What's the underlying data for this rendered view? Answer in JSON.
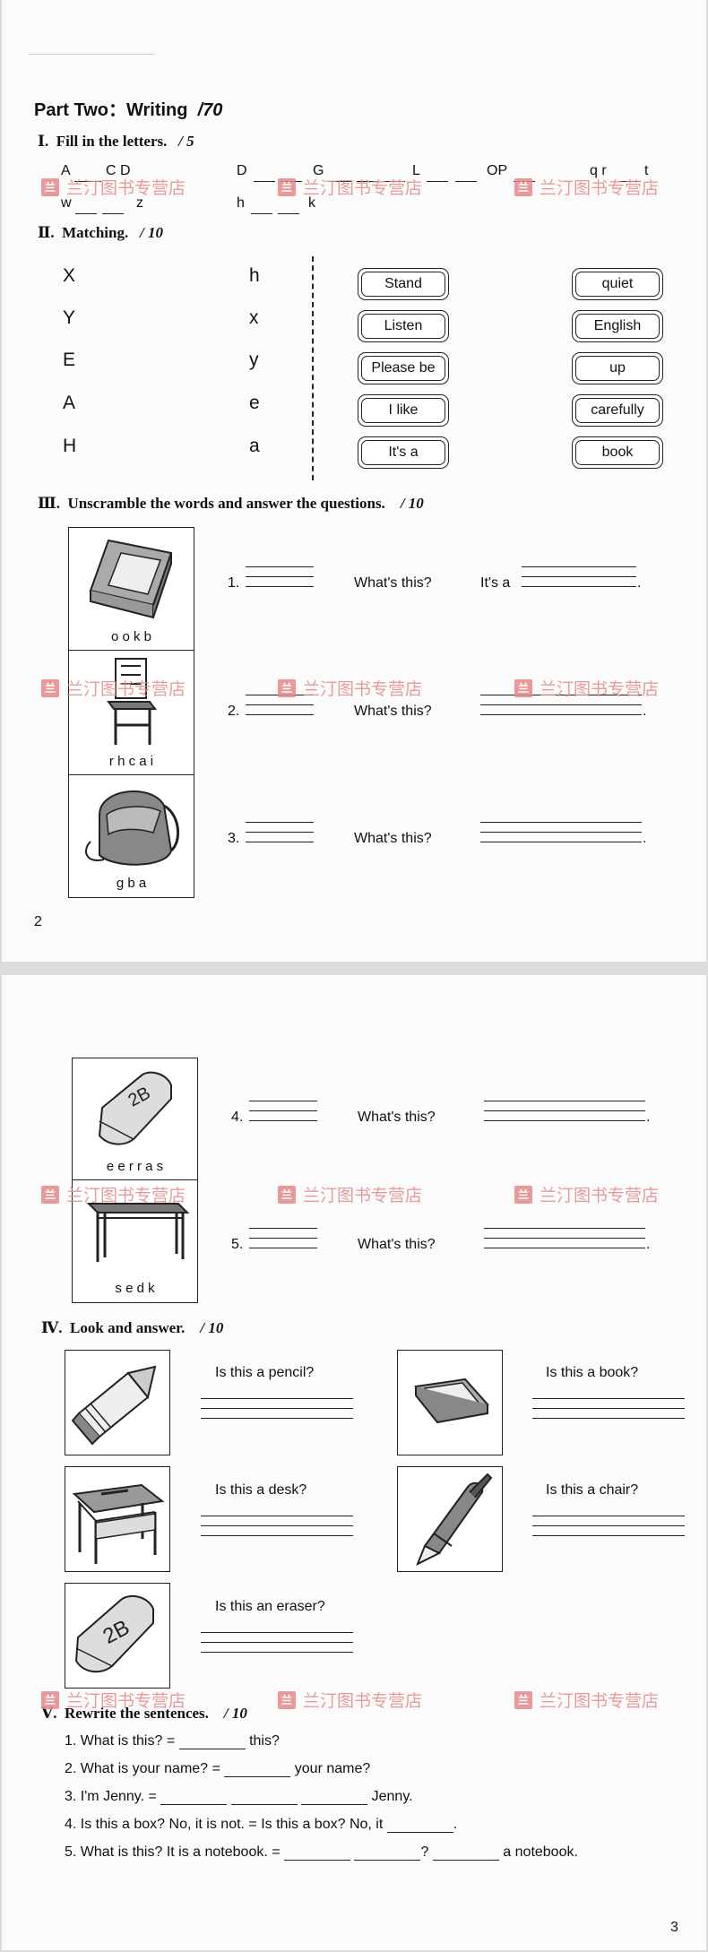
{
  "part_title": "Part Two：Writing",
  "part_score": "/70",
  "page1_number": "2",
  "page2_number": "3",
  "watermark": "兰汀图书专营店",
  "watermark_logo": "兰",
  "s1": {
    "num": "Ⅰ.",
    "title": "Fill in the letters.",
    "score": "/ 5",
    "row1": [
      "A",
      "C D",
      "D",
      "G",
      "L",
      "OP",
      "q r",
      "t"
    ],
    "row2": [
      "w",
      "z",
      "h",
      "k"
    ]
  },
  "s2": {
    "num": "Ⅱ.",
    "title": "Matching.",
    "score": "/ 10",
    "col1": [
      "X",
      "Y",
      "E",
      "A",
      "H"
    ],
    "col2": [
      "h",
      "x",
      "y",
      "e",
      "a"
    ],
    "col3": [
      "Stand",
      "Listen",
      "Please be",
      "I like",
      "It's a"
    ],
    "col4": [
      "quiet",
      "English",
      "up",
      "carefully",
      "book"
    ]
  },
  "s3": {
    "num": "Ⅲ.",
    "title": "Unscramble the words and answer the questions.",
    "score": "/ 10",
    "items": [
      {
        "letters": "o o k b",
        "num": "1.",
        "q": "What's this?",
        "a": "It's a",
        "end": "."
      },
      {
        "letters": "r h c a i",
        "num": "2.",
        "q": "What's this?",
        "end": "."
      },
      {
        "letters": "g b a",
        "num": "3.",
        "q": "What's this?",
        "end": "."
      },
      {
        "letters": "e e r r a s",
        "num": "4.",
        "q": "What's this?",
        "end": "."
      },
      {
        "letters": "s e d k",
        "num": "5.",
        "q": "What's this?",
        "end": "."
      }
    ]
  },
  "eraser_label": "2B",
  "s4": {
    "num": "Ⅳ.",
    "title": "Look and answer.",
    "score": "/ 10",
    "items": [
      "Is this a pencil?",
      "Is this a book?",
      "Is this a desk?",
      "Is this a chair?",
      "Is this an eraser?"
    ]
  },
  "s5": {
    "num": "Ⅴ.",
    "title": "Rewrite the sentences.",
    "score": "/ 10",
    "lines": [
      {
        "a": "1. What is this? =",
        "b": "this?"
      },
      {
        "a": "2. What is your name? =",
        "b": "your name?"
      },
      {
        "a": "3. I'm Jenny. =",
        "b": "Jenny."
      },
      {
        "a": "4. Is this a box? No, it is not. = Is this a box? No, it",
        "b": "."
      },
      {
        "a": "5. What is this? It is a notebook. =",
        "b": "?",
        "c": "a notebook."
      }
    ]
  }
}
